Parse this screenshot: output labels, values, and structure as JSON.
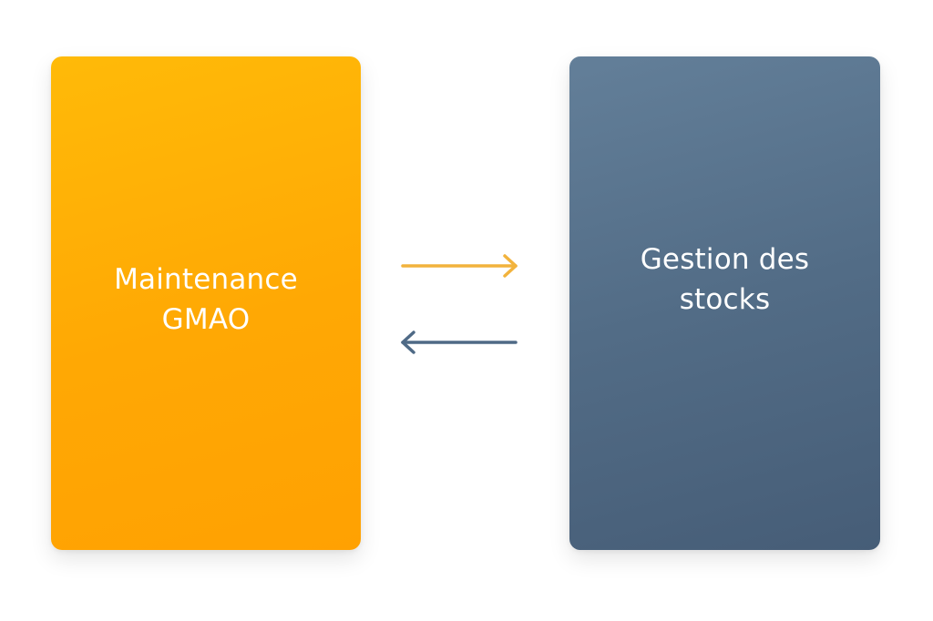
{
  "left_card": {
    "line1": "Maintenance",
    "line2": "GMAO",
    "color": "#FFAA05"
  },
  "right_card": {
    "line1": "Gestion des",
    "line2": "stocks",
    "color": "#536D87"
  },
  "arrows": {
    "forward": {
      "icon": "arrow-right-icon",
      "color": "#F2B33D"
    },
    "backward": {
      "icon": "arrow-left-icon",
      "color": "#4F6A86"
    }
  }
}
